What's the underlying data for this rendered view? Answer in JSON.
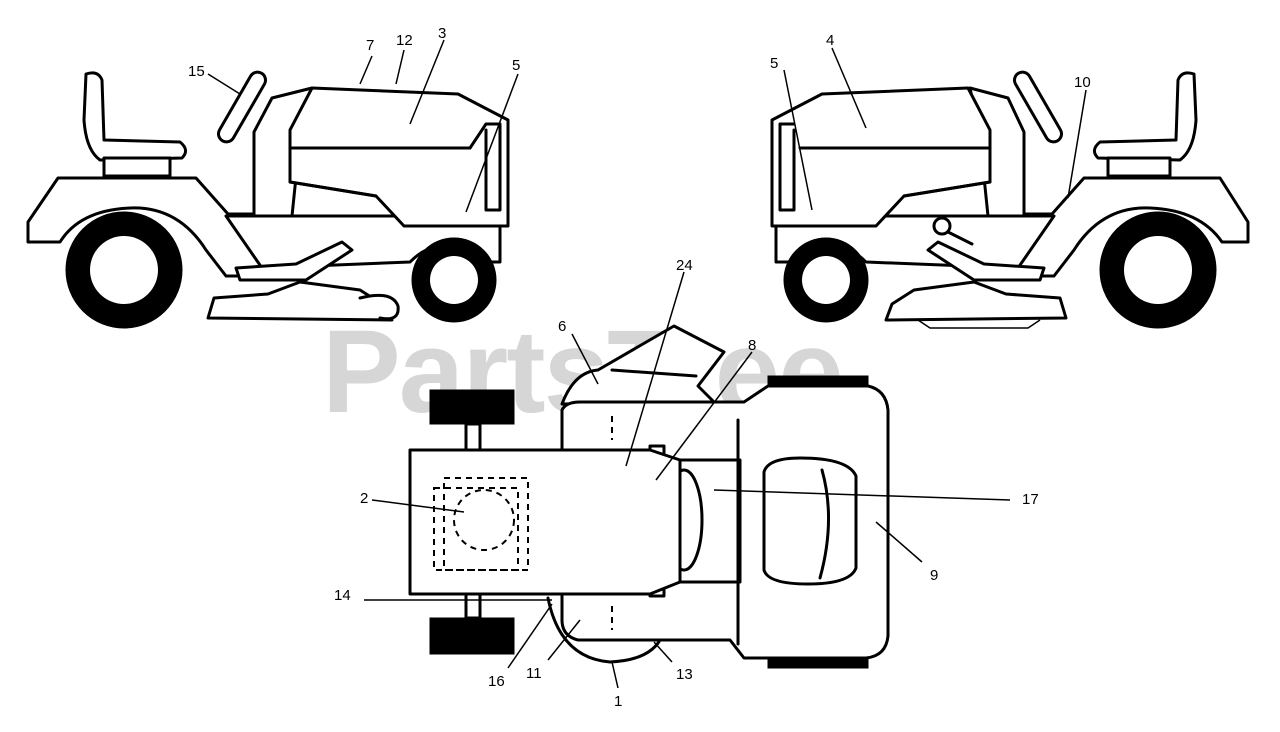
{
  "watermark": "PartsTree",
  "colors": {
    "ink": "#000000",
    "paper": "#ffffff",
    "watermark": "#c9c9c9"
  },
  "callouts": {
    "c1": "1",
    "c2": "2",
    "c3": "3",
    "c4": "4",
    "c5a": "5",
    "c5b": "5",
    "c6": "6",
    "c7": "7",
    "c8": "8",
    "c9": "9",
    "c10": "10",
    "c11": "11",
    "c12": "12",
    "c13": "13",
    "c14": "14",
    "c15": "15",
    "c16": "16",
    "c17": "17",
    "c24": "24"
  }
}
